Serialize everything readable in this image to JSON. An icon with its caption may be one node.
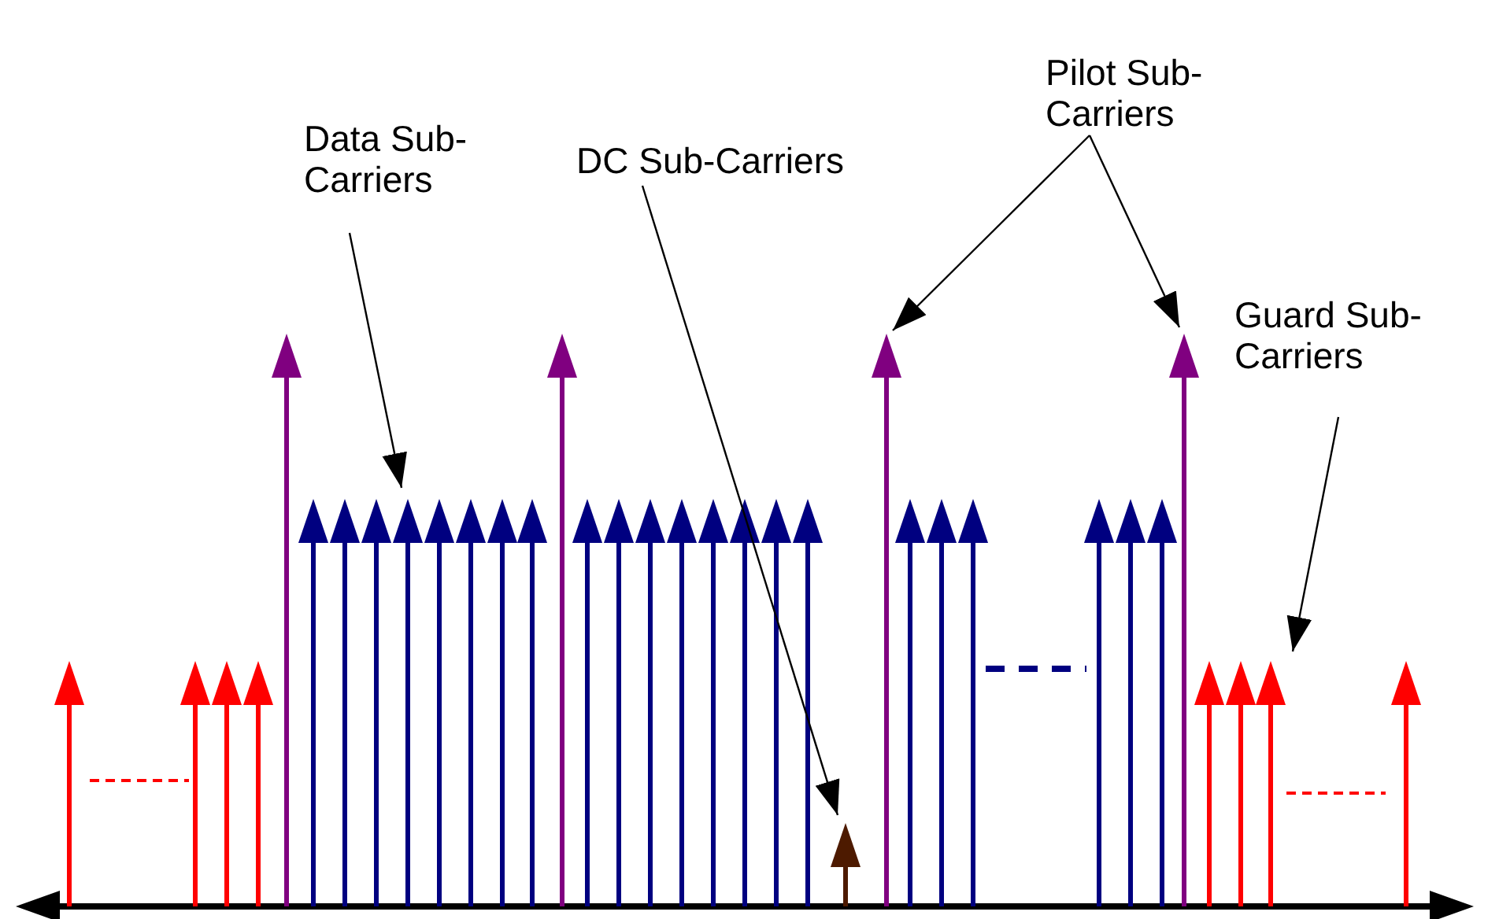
{
  "diagram": {
    "nodes": [
      {
        "text": [
          "Data Sub-Carriers"
        ]
      },
      {
        "text": [
          "DC Sub-Carriers"
        ]
      },
      {
        "text": [
          "Pilot Sub-Carriers"
        ]
      },
      {
        "text": [
          "Guard Sub-Carriers"
        ]
      }
    ],
    "edges": [
      {
        "from": 0,
        "to": null,
        "arrow": "to"
      },
      {
        "from": 1,
        "to": null,
        "arrow": "to"
      },
      {
        "from": 2,
        "to": null,
        "arrow": "to"
      },
      {
        "from": 2,
        "to": null,
        "arrow": "to"
      },
      {
        "from": 3,
        "to": null,
        "arrow": "to"
      }
    ]
  }
}
